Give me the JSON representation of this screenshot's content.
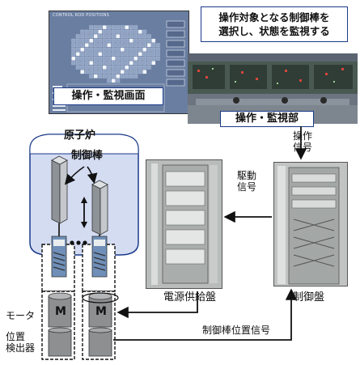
{
  "callout_text": "操作対象となる制御棒を\n選択し、状態を監視する",
  "callout_line1": "操作対象となる制御棒を",
  "callout_line2": "選択し、状態を監視する",
  "screen_title": "CONTROL ROD POSITIONS",
  "screen_caption": "操作・監視画面",
  "monitor_caption": "操作・監視部",
  "reactor_label": "原子炉",
  "control_rod_label": "制御棒",
  "op_signal_line1": "操作",
  "op_signal_line2": "信号",
  "drive_signal_line1": "駆動",
  "drive_signal_line2": "信号",
  "power_panel_label": "電源供給盤",
  "control_panel_label": "制御盤",
  "motor_label": "モータ",
  "position_detector_line1": "位置",
  "position_detector_line2": "検出器",
  "rod_position_signal": "制御棒位置信号",
  "motor_letter": "M",
  "colors": {
    "accent_blue": "#1a3a8a",
    "vessel_blue": "#cfd8f0",
    "screen_bg": "#6a7ea1",
    "arrow": "#111111"
  }
}
